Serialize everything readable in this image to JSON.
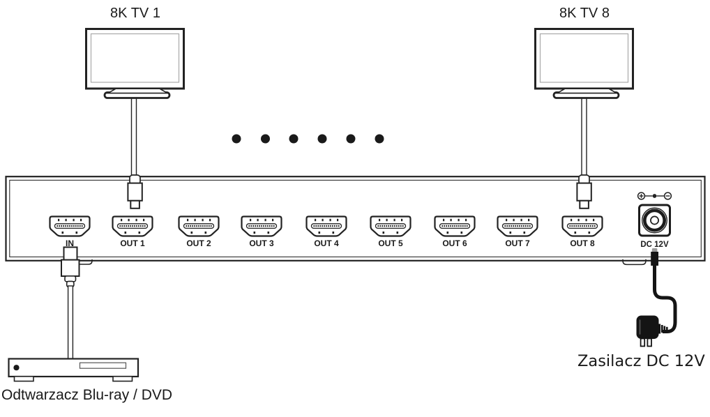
{
  "diagram": {
    "displays": {
      "left_label": "8K TV 1",
      "right_label": "8K TV 8"
    },
    "ellipsis_dot_count": 6,
    "splitter": {
      "input_label": "IN",
      "output_labels": [
        "OUT 1",
        "OUT 2",
        "OUT 3",
        "OUT 4",
        "OUT 5",
        "OUT 6",
        "OUT 7",
        "OUT 8"
      ],
      "power_jack_label": "DC 12V"
    },
    "source_label": "Odtwarzacz Blu-ray / DVD",
    "power_adapter_label": "Zasilacz DC 12V",
    "colors": {
      "line": "#222222",
      "dark": "#141414",
      "background": "#ffffff"
    }
  }
}
